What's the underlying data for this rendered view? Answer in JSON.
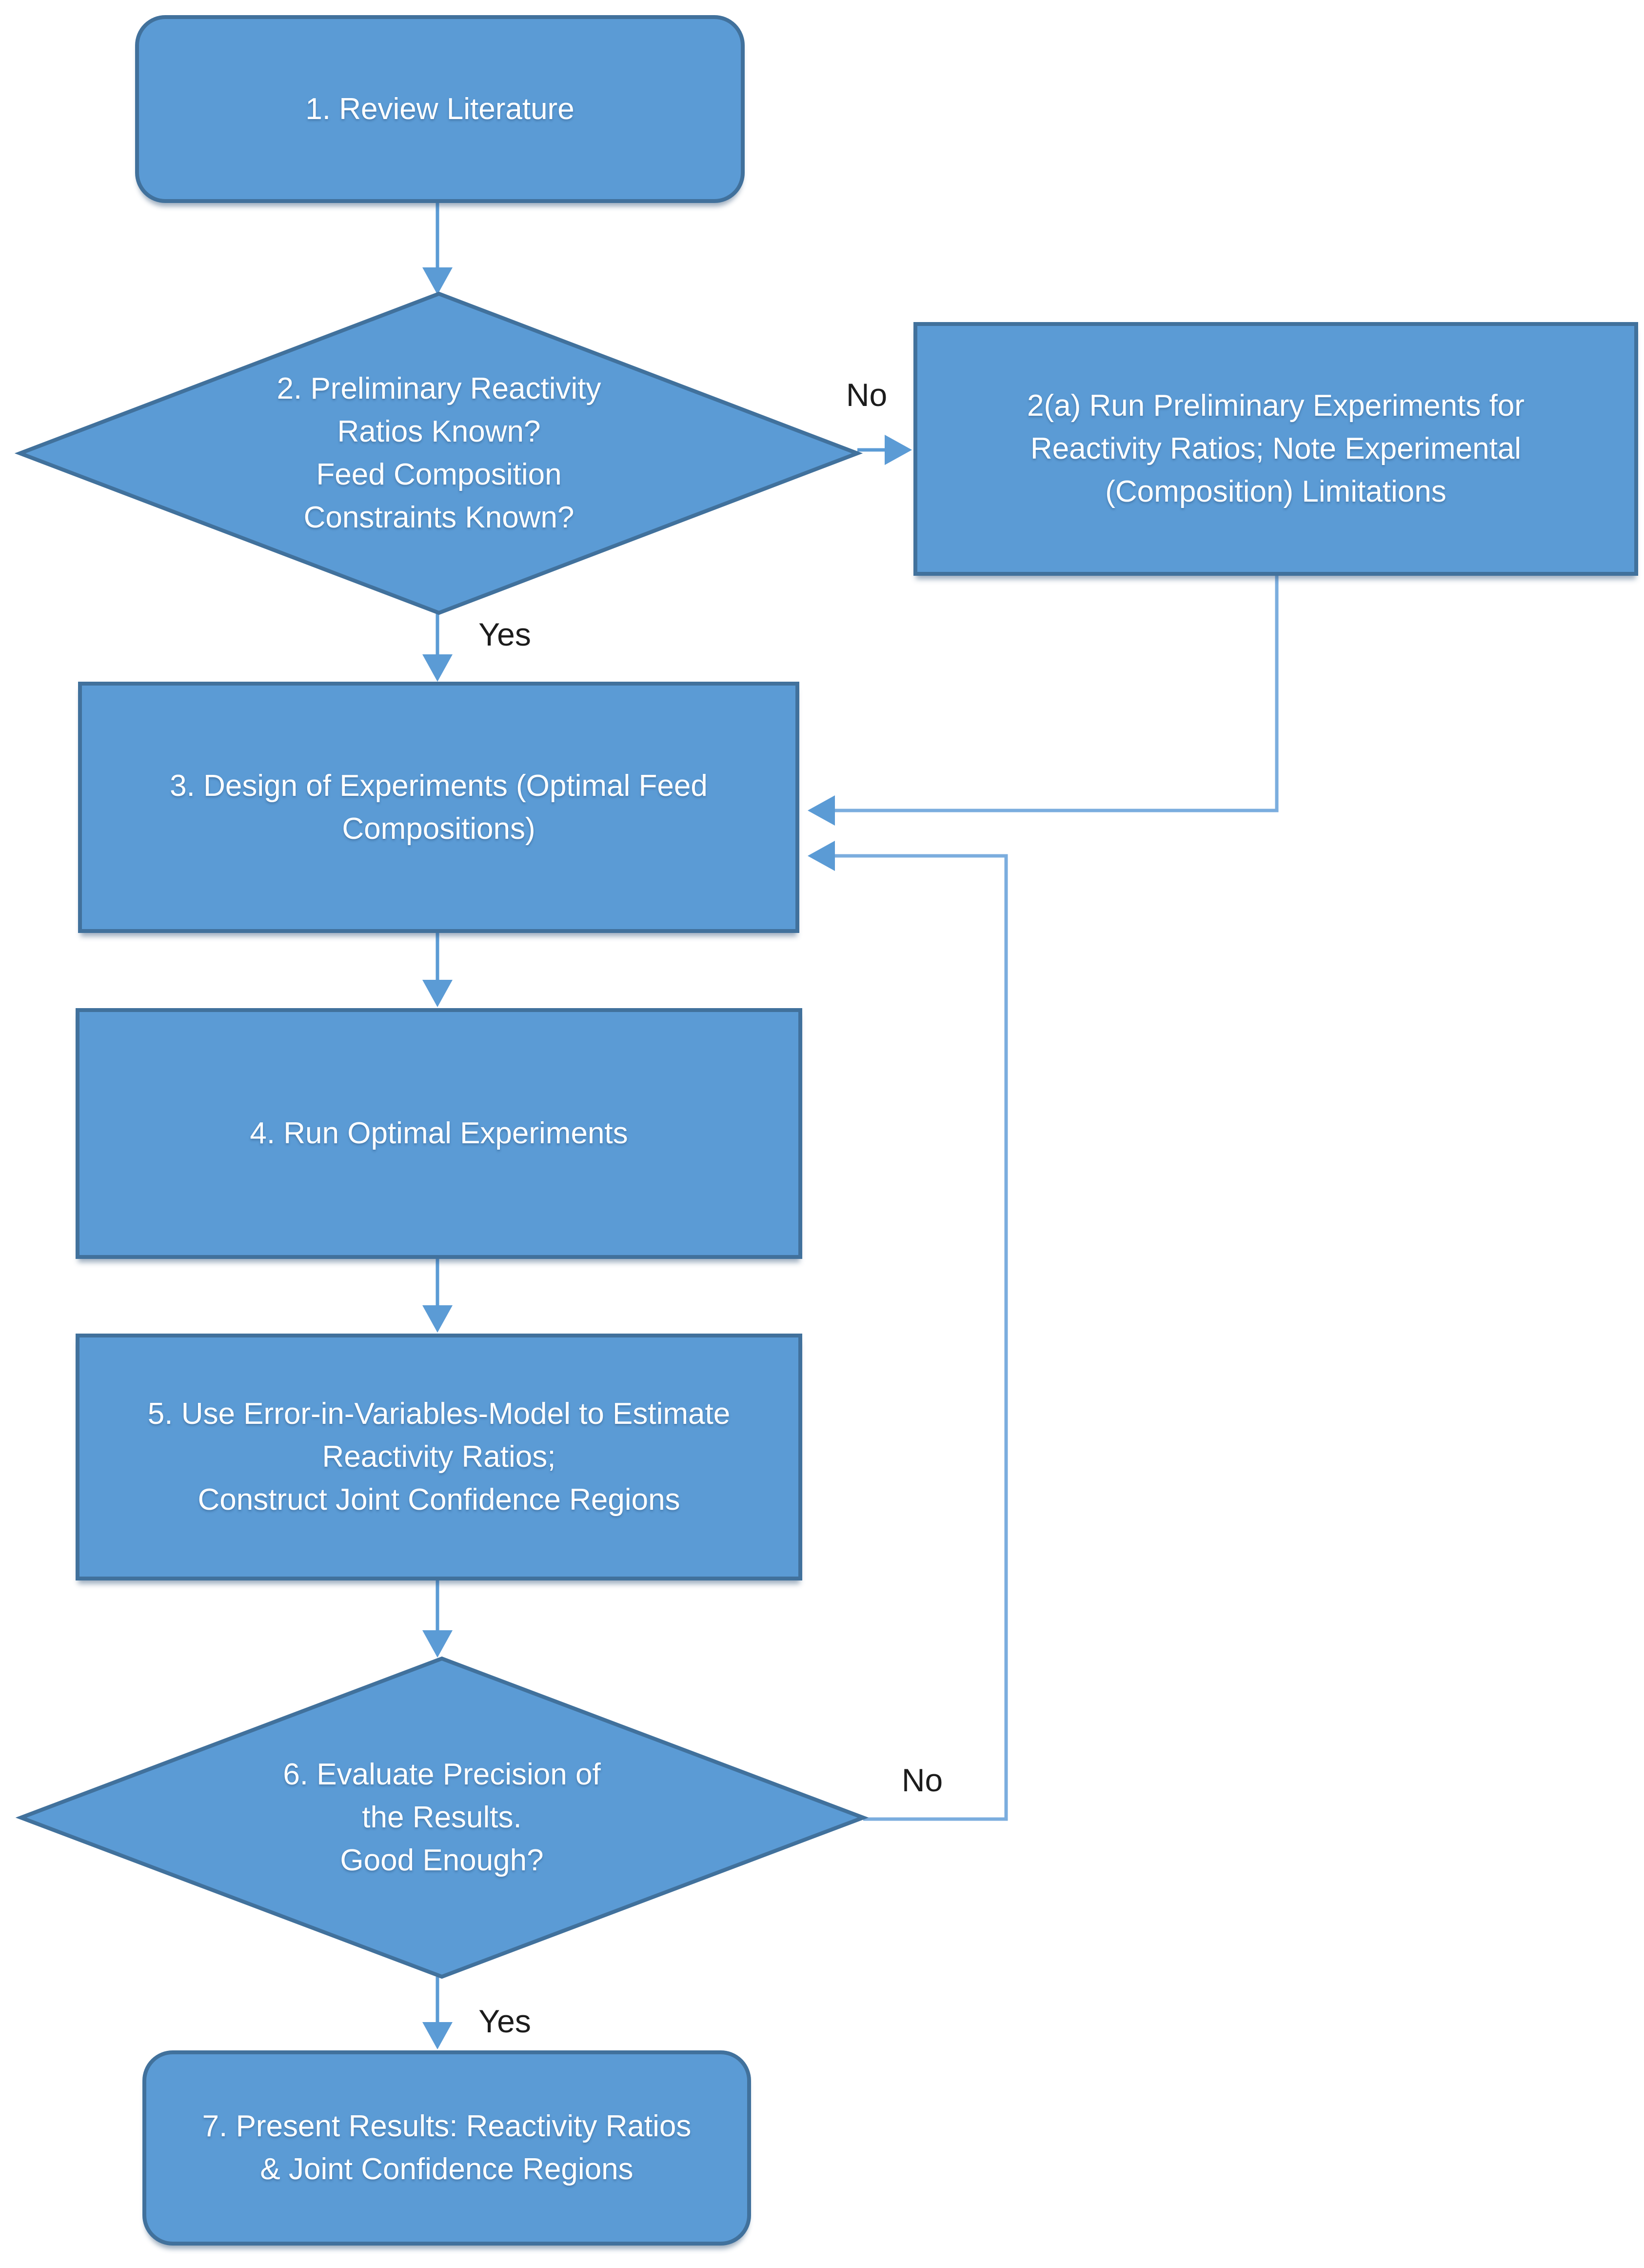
{
  "palette": {
    "shape_fill": "#5b9bd5",
    "shape_border": "#41719c",
    "connector_line": "#7badde",
    "arrowhead": "#5b9bd5",
    "shape_text": "#ffffff",
    "edge_label_text": "#1c1c1c",
    "background": "#ffffff"
  },
  "nodes": {
    "step1": {
      "shape": "rounded-rectangle",
      "lines": [
        "1. Review Literature"
      ]
    },
    "step2": {
      "shape": "decision-diamond",
      "lines": [
        "2. Preliminary Reactivity",
        "Ratios Known?",
        "Feed Composition",
        "Constraints Known?"
      ]
    },
    "step2a": {
      "shape": "rectangle",
      "lines": [
        "2(a) Run Preliminary Experiments for",
        "Reactivity Ratios; Note Experimental",
        "(Composition) Limitations"
      ]
    },
    "step3": {
      "shape": "rectangle",
      "lines": [
        "3. Design of Experiments (Optimal Feed",
        "Compositions)"
      ]
    },
    "step4": {
      "shape": "rectangle",
      "lines": [
        "4. Run Optimal Experiments"
      ]
    },
    "step5": {
      "shape": "rectangle",
      "lines": [
        "5. Use Error-in-Variables-Model to Estimate",
        "Reactivity Ratios;",
        "Construct Joint Confidence Regions"
      ]
    },
    "step6": {
      "shape": "decision-diamond",
      "lines": [
        "6. Evaluate Precision of",
        "the Results.",
        "Good Enough?"
      ]
    },
    "step7": {
      "shape": "rounded-rectangle",
      "lines": [
        "7. Present Results: Reactivity Ratios",
        "& Joint Confidence Regions"
      ]
    }
  },
  "edge_labels": {
    "no_step2": "No",
    "yes_step2": "Yes",
    "no_step6": "No",
    "yes_step6": "Yes"
  }
}
